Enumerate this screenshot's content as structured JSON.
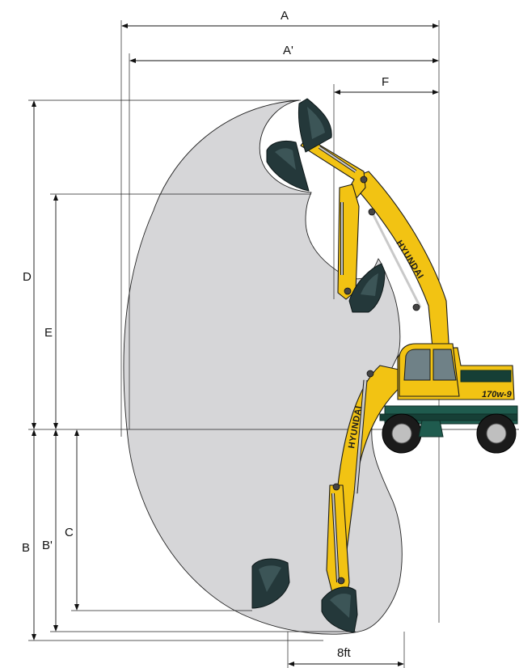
{
  "dimensions": {
    "A": "A",
    "A_prime": "A'",
    "F": "F",
    "D": "D",
    "E": "E",
    "B": "B",
    "B_prime": "B'",
    "C": "C",
    "ground_ref": "8ft"
  },
  "machine": {
    "brand": "HYUNDAI",
    "model": "170w-9",
    "body_color": "#f2c313",
    "chassis_color": "#1f5b4e",
    "bucket_color": "#24383a"
  },
  "colors": {
    "envelope_fill": "#d6d6d8",
    "line": "#111111"
  }
}
